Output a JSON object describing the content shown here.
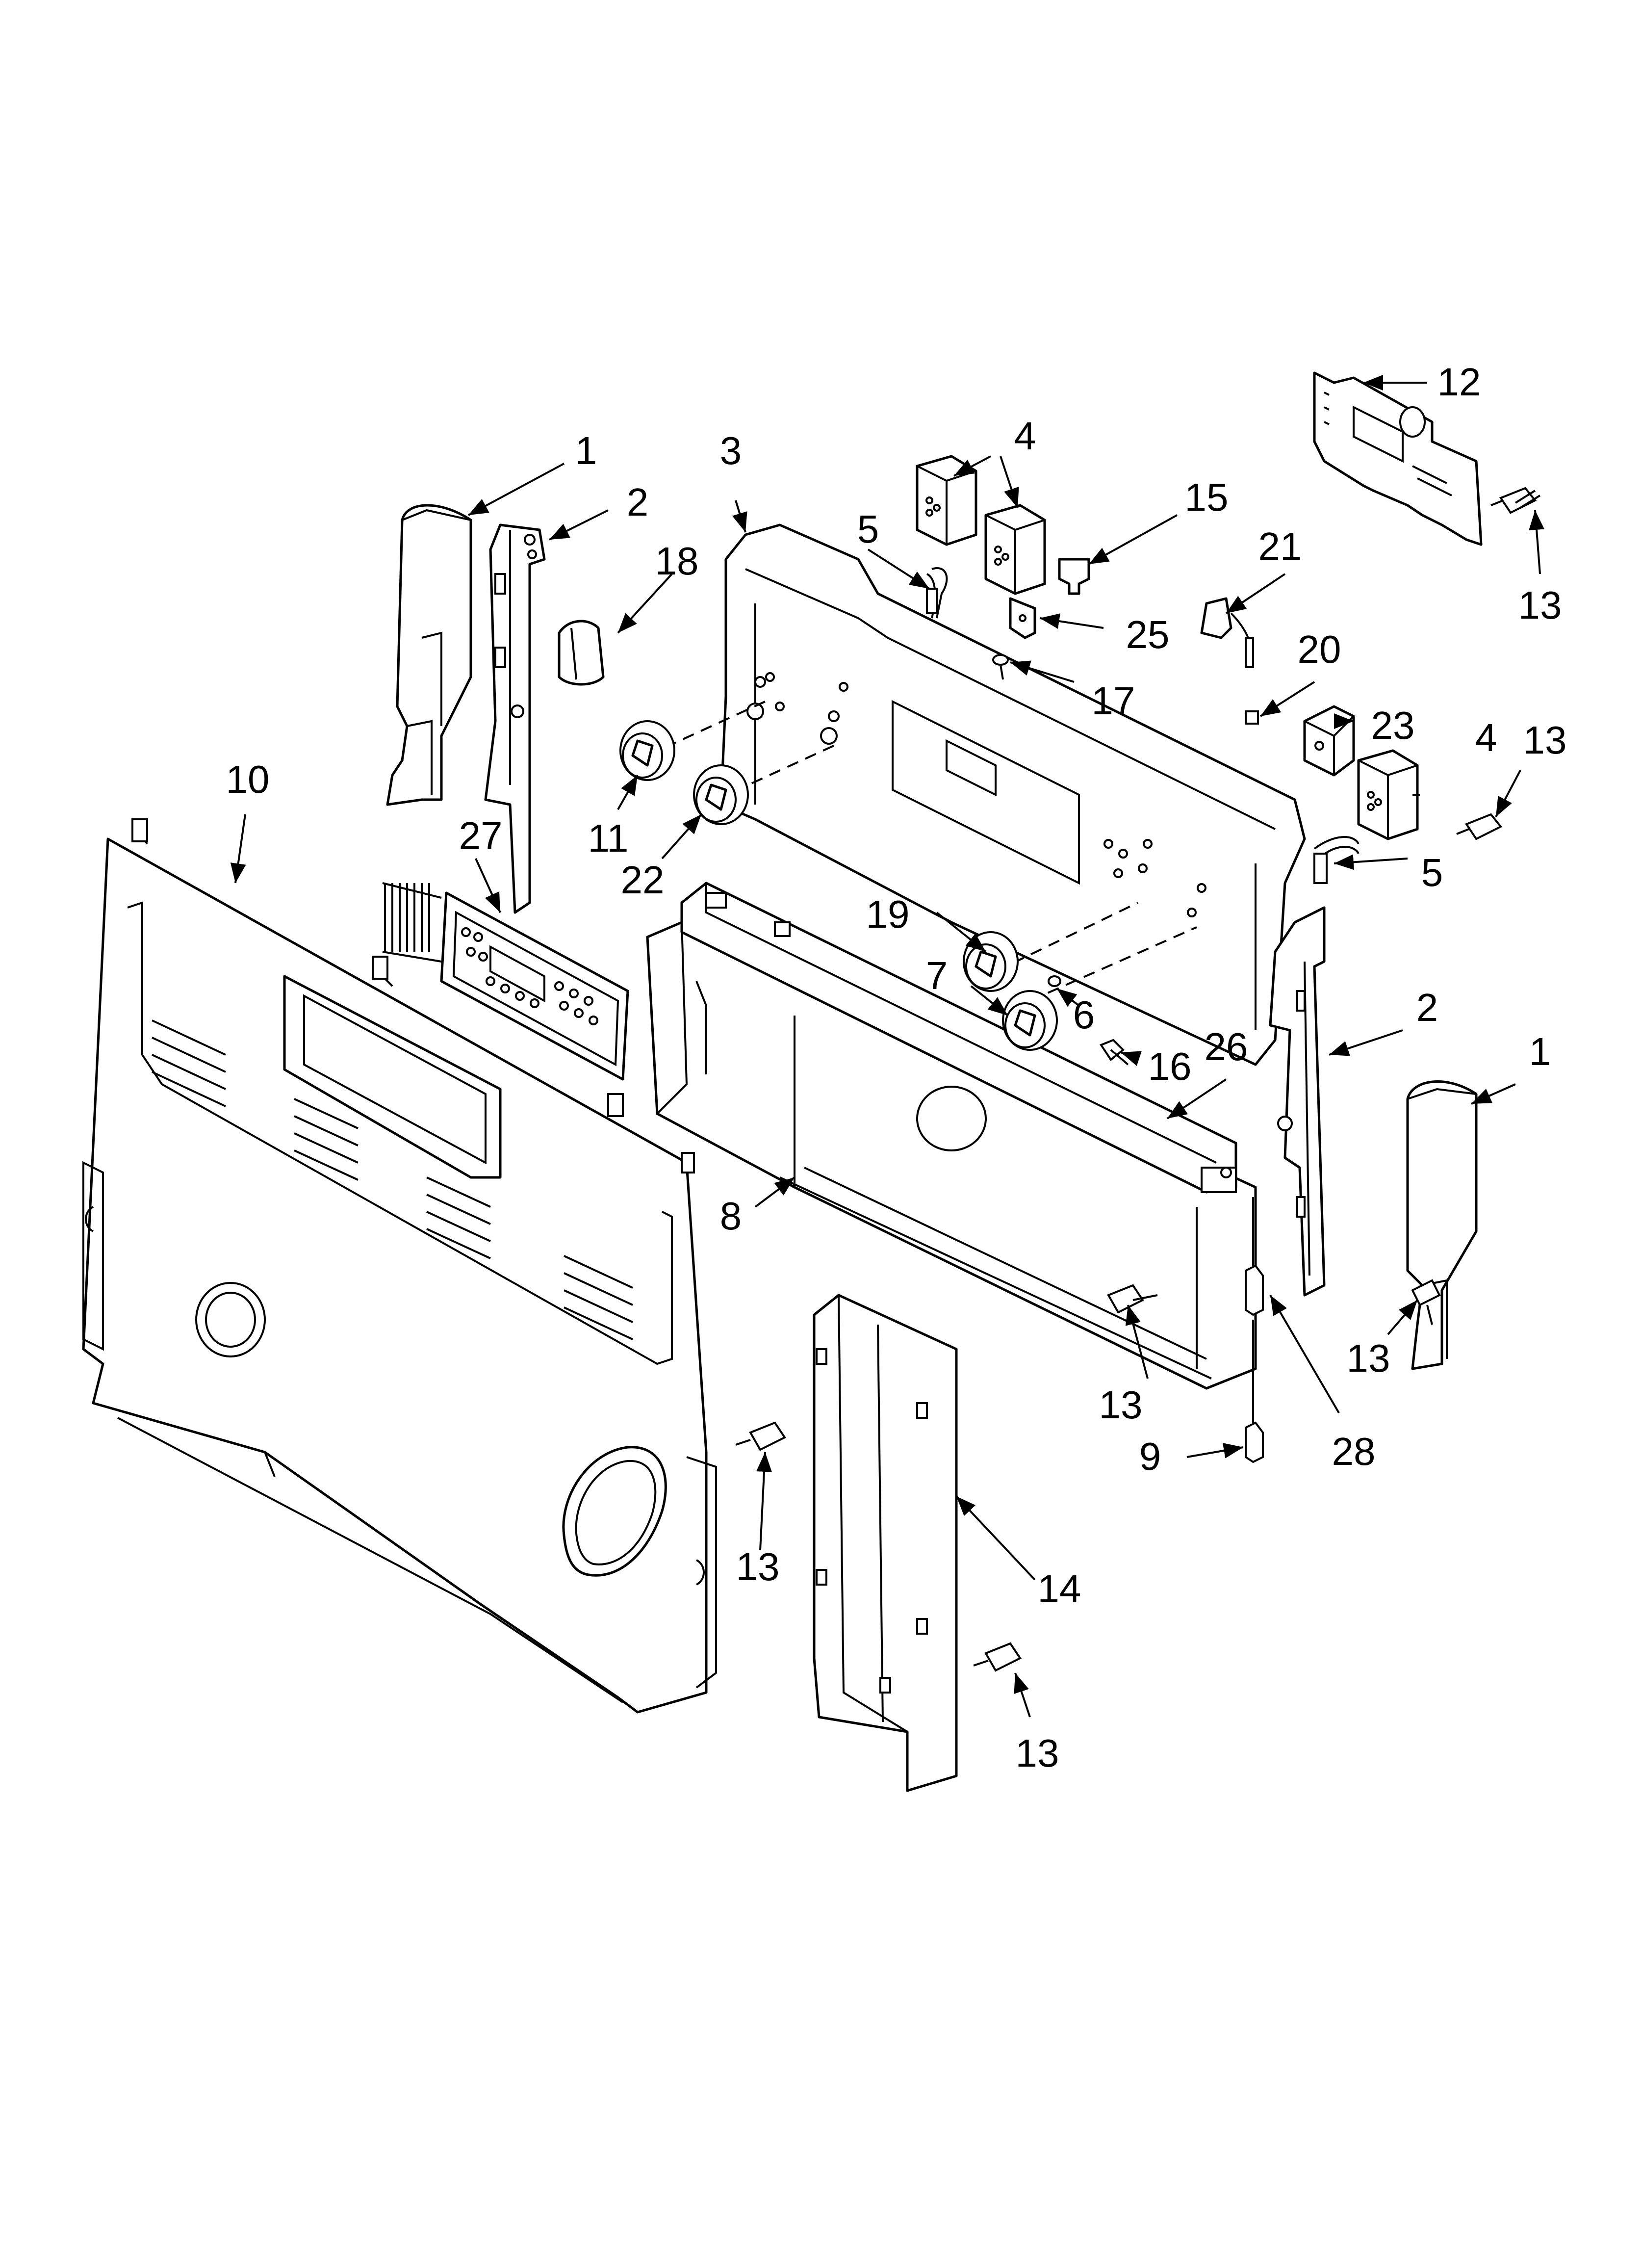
{
  "callouts": [
    {
      "id": "c1a",
      "label": "1"
    },
    {
      "id": "c1b",
      "label": "1"
    },
    {
      "id": "c2a",
      "label": "2"
    },
    {
      "id": "c2b",
      "label": "2"
    },
    {
      "id": "c3",
      "label": "3"
    },
    {
      "id": "c4a",
      "label": "4"
    },
    {
      "id": "c4b",
      "label": "4"
    },
    {
      "id": "c5a",
      "label": "5"
    },
    {
      "id": "c5b",
      "label": "5"
    },
    {
      "id": "c6",
      "label": "6"
    },
    {
      "id": "c7",
      "label": "7"
    },
    {
      "id": "c8",
      "label": "8"
    },
    {
      "id": "c9",
      "label": "9"
    },
    {
      "id": "c10",
      "label": "10"
    },
    {
      "id": "c11",
      "label": "11"
    },
    {
      "id": "c12",
      "label": "12"
    },
    {
      "id": "c13a",
      "label": "13"
    },
    {
      "id": "c13b",
      "label": "13"
    },
    {
      "id": "c13c",
      "label": "13"
    },
    {
      "id": "c13d",
      "label": "13"
    },
    {
      "id": "c13e",
      "label": "13"
    },
    {
      "id": "c13f",
      "label": "13"
    },
    {
      "id": "c13g",
      "label": "13"
    },
    {
      "id": "c14",
      "label": "14"
    },
    {
      "id": "c15",
      "label": "15"
    },
    {
      "id": "c16",
      "label": "16"
    },
    {
      "id": "c17",
      "label": "17"
    },
    {
      "id": "c18",
      "label": "18"
    },
    {
      "id": "c19",
      "label": "19"
    },
    {
      "id": "c20",
      "label": "20"
    },
    {
      "id": "c21",
      "label": "21"
    },
    {
      "id": "c22",
      "label": "22"
    },
    {
      "id": "c23",
      "label": "23"
    },
    {
      "id": "c25",
      "label": "25"
    },
    {
      "id": "c26",
      "label": "26"
    },
    {
      "id": "c27",
      "label": "27"
    },
    {
      "id": "c28",
      "label": "28"
    }
  ]
}
